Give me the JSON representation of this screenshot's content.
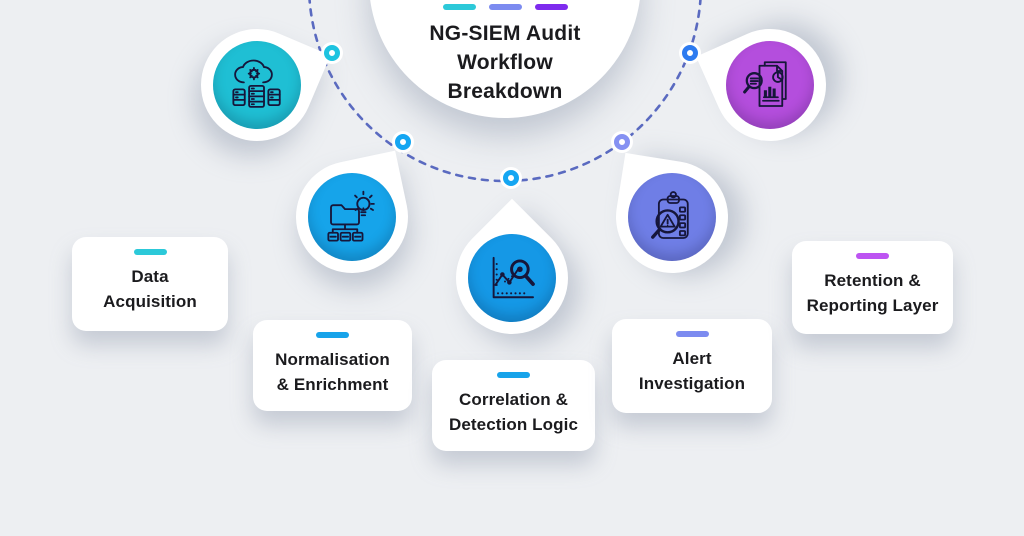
{
  "background_color": "#edeff2",
  "title_circle": {
    "line1": "NG-SIEM Audit",
    "line2": "Workflow",
    "line3": "Breakdown",
    "dash1_color": "#2cc9d9",
    "dash2_color": "#7c8bf0",
    "dash3_color": "#7e2bee"
  },
  "arc": {
    "stroke_color": "#5a6ac0"
  },
  "markers": {
    "m1_color": "#1ec3e0",
    "m2_color": "#15a6f2",
    "m3_color": "#15a6f2",
    "m4_color": "#8591f2",
    "m5_color": "#2d7bf0"
  },
  "nodes": {
    "n1": {
      "circle_color": "#1fbfd4",
      "icon": "cloud-database-icon"
    },
    "n2": {
      "circle_color": "#16a4ea",
      "icon": "folder-bulb-network-icon"
    },
    "n3": {
      "circle_color": "#1598e6",
      "icon": "chart-magnifier-icon"
    },
    "n4": {
      "circle_color": "#6f7ee6",
      "icon": "clipboard-alert-magnifier-icon"
    },
    "n5": {
      "circle_color": "#b44edd",
      "icon": "report-document-magnifier-icon"
    }
  },
  "cards": {
    "c1": {
      "dash_color": "#2cc9d9",
      "line1": "Data",
      "line2": "Acquisition"
    },
    "c2": {
      "dash_color": "#17a3ea",
      "line1": "Normalisation",
      "line2": "& Enrichment"
    },
    "c3": {
      "dash_color": "#17a3ea",
      "line1": "Correlation &",
      "line2": "Detection Logic"
    },
    "c4": {
      "dash_color": "#7c8bf0",
      "line1": "Alert",
      "line2": "Investigation"
    },
    "c5": {
      "dash_color": "#bd54f2",
      "line1": "Retention &",
      "line2": "Reporting Layer"
    }
  }
}
